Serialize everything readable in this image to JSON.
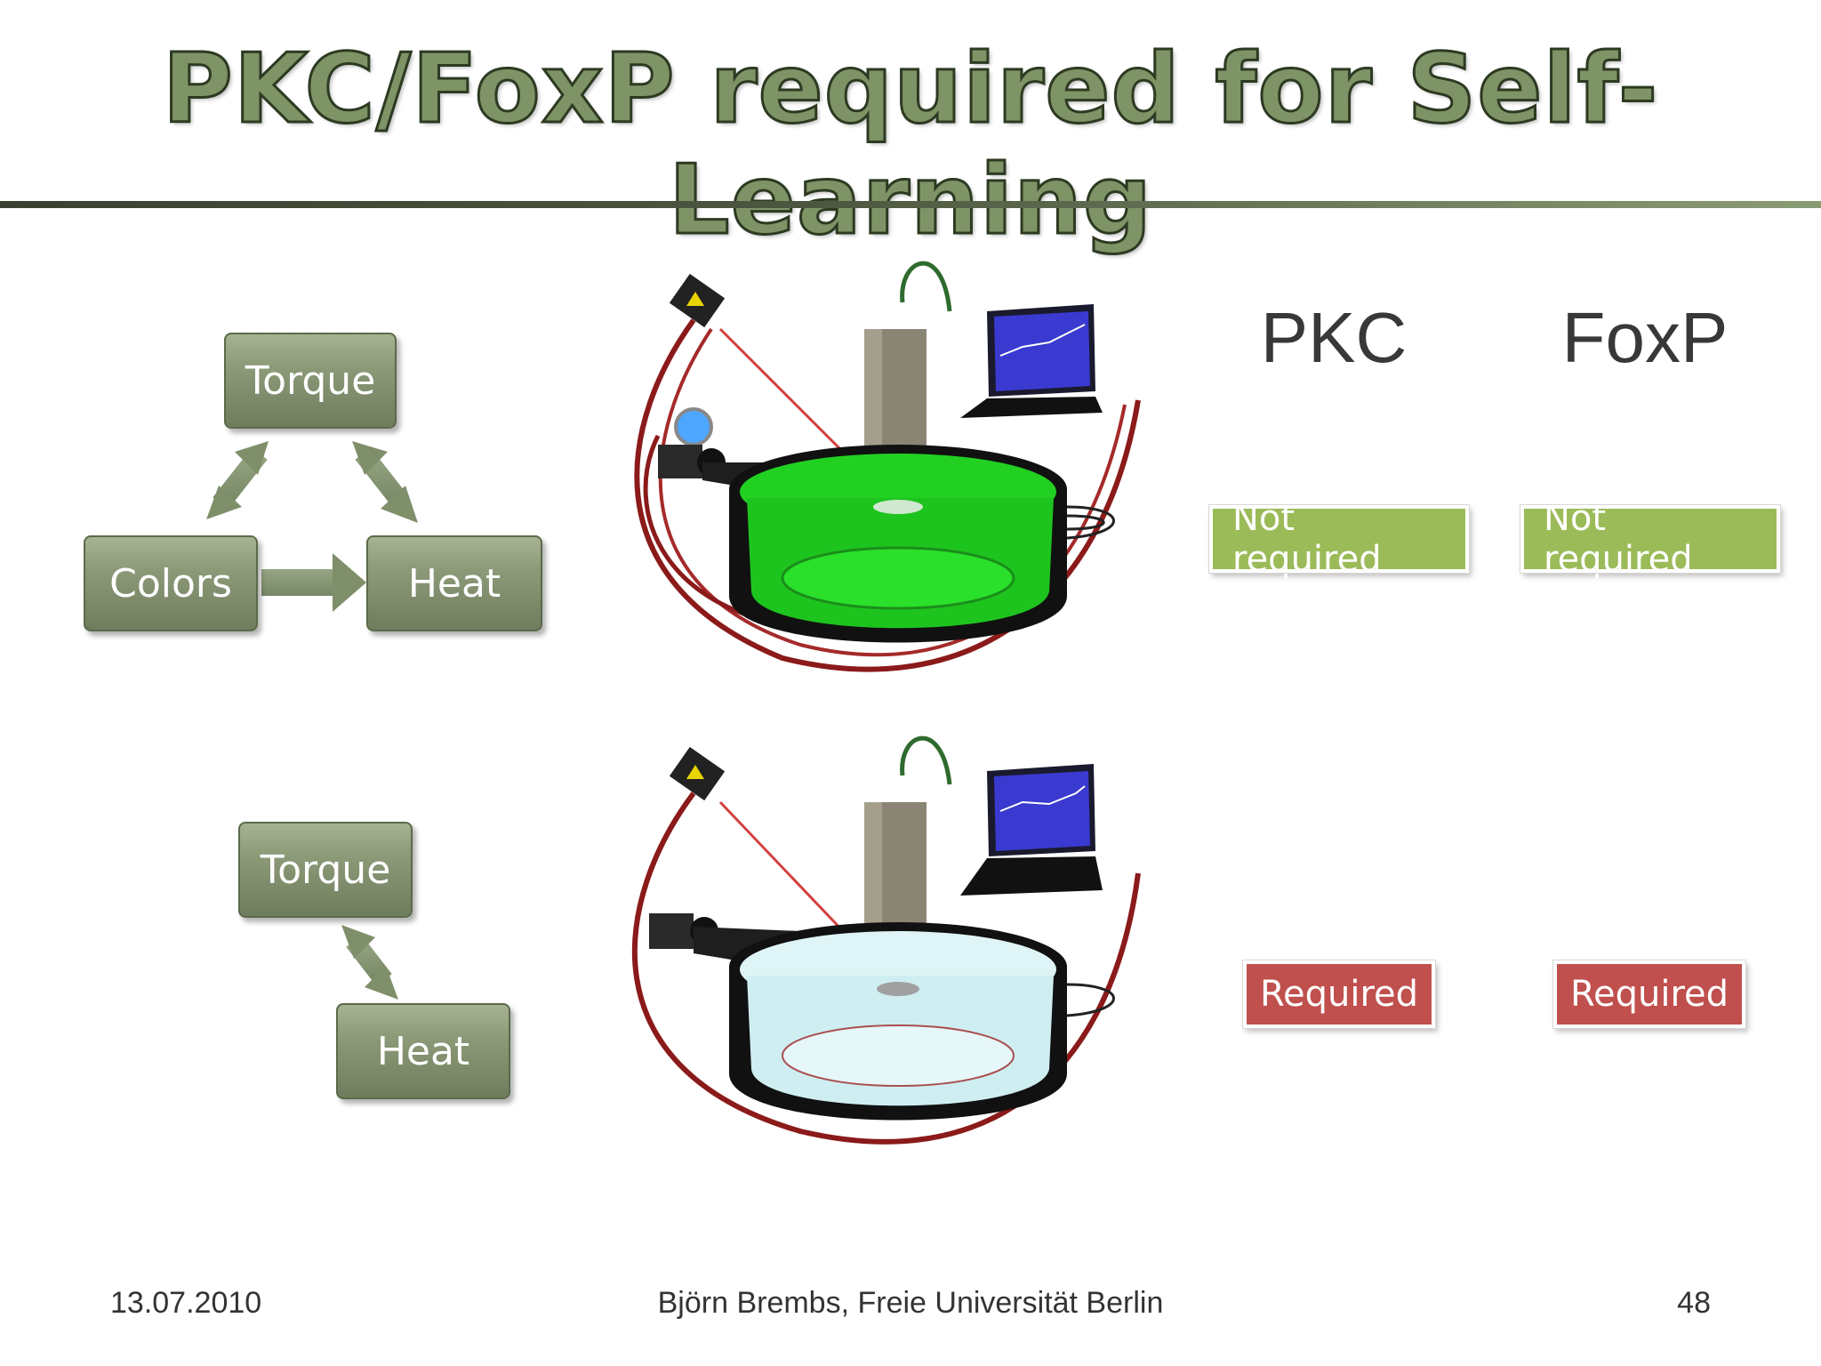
{
  "slide": {
    "title": "PKC/FoxP required for Self-Learning"
  },
  "top_diagram": {
    "nodes": [
      "Torque",
      "Colors",
      "Heat"
    ]
  },
  "bottom_diagram": {
    "nodes": [
      "Torque",
      "Heat"
    ]
  },
  "columns": {
    "pkc": "PKC",
    "foxp": "FoxP"
  },
  "rows": [
    {
      "pkc": "Not required",
      "foxp": "Not required",
      "status_color": "#9bbb59"
    },
    {
      "pkc": "Required",
      "foxp": "Required",
      "status_color": "#c0504d"
    }
  ],
  "footer": {
    "date": "13.07.2010",
    "author": "Björn Brembs, Freie Universität Berlin",
    "page": "48"
  },
  "colors": {
    "node_fill": "#8c9a78",
    "arrow": "#7f8f6a",
    "title_fill": "#7e9466",
    "arena_green": "#22d022",
    "arena_blue": "#cfeef2",
    "cable": "#8b1a1a"
  }
}
